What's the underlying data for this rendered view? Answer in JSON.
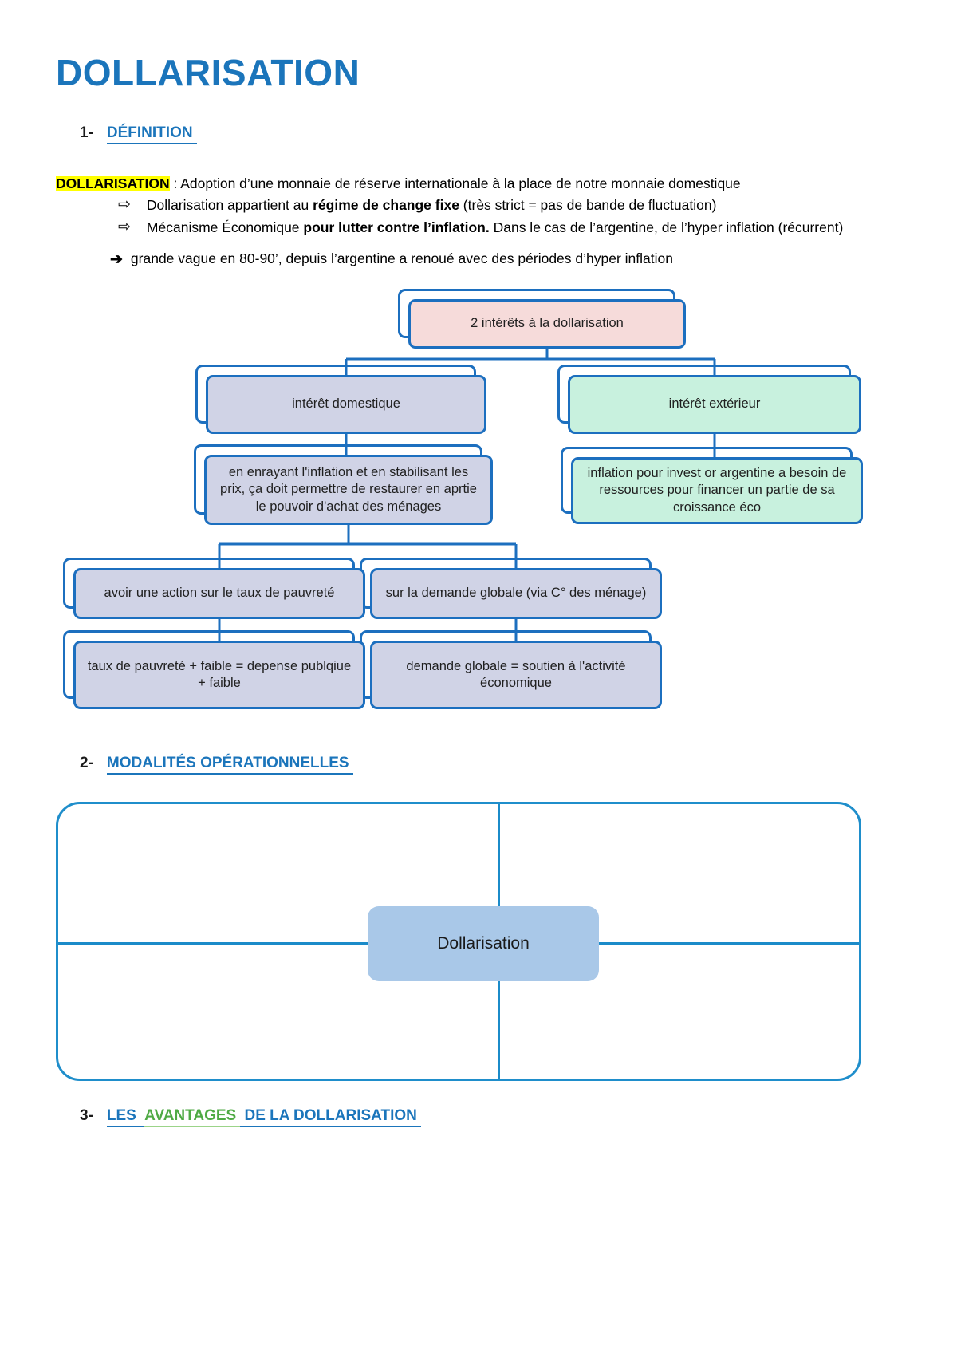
{
  "page": {
    "title": "DOLLARISATION"
  },
  "sections": [
    {
      "number": "1-",
      "title": "DÉFINITION"
    },
    {
      "number": "2-",
      "title": "MODALITÉS OPÉRATIONNELLES"
    },
    {
      "number": "3-",
      "title_pre": "LES ",
      "title_green": "AVANTAGES",
      "title_post": " DE LA DOLLARISATION"
    }
  ],
  "definition": {
    "term": "DOLLARISATION",
    "separator": " : ",
    "text": "Adoption d’une monnaie de réserve internationale à la place de notre monnaie domestique"
  },
  "bullets": [
    {
      "marker": "⇨",
      "pre": "Dollarisation appartient au ",
      "bold": "régime de change fixe",
      "post": " (très strict = pas de bande de fluctuation)"
    },
    {
      "marker": "⇨",
      "pre": "Mécanisme Économique ",
      "bold": "pour lutter contre l’inflation.",
      "post": " Dans le cas de l’argentine, de l’hyper inflation (récurrent)"
    }
  ],
  "arrow_note": {
    "marker": "➔",
    "text": "grande vague en 80-90’, depuis l’argentine a renoué avec des périodes d’hyper inflation"
  },
  "flowchart": {
    "root": "2 intérêts à la dollarisation",
    "domestic": "intérêt domestique",
    "external": "intérêt extérieur",
    "domestic_detail": "en enrayant l'inflation et en stabilisant les prix, ça doit permettre de restaurer en aprtie le pouvoir d'achat des ménages",
    "external_detail": "inflation pour invest or argentine a besoin de ressources pour financer un partie de sa croissance éco",
    "poverty": "avoir une action sur le taux de pauvreté",
    "demand": "sur la demande globale (via C° des ménage)",
    "poverty_detail": "taux de pauvreté + faible = depense publqiue + faible",
    "demand_detail": "demande globale = soutien à l'activité économique"
  },
  "quadrant": {
    "center": "Dollarisation"
  },
  "colors": {
    "heading_blue": "#1b75bb",
    "highlight_yellow": "#ffff00",
    "box_border_blue": "#1c6fbf",
    "box_pink": "#f6dbda",
    "box_lavender": "#d0d3e6",
    "box_mint": "#c8f1de",
    "quadrant_border_blue": "#1f8ecb",
    "center_box_blue": "#a9c8e8",
    "green_accent": "#4faa44"
  }
}
